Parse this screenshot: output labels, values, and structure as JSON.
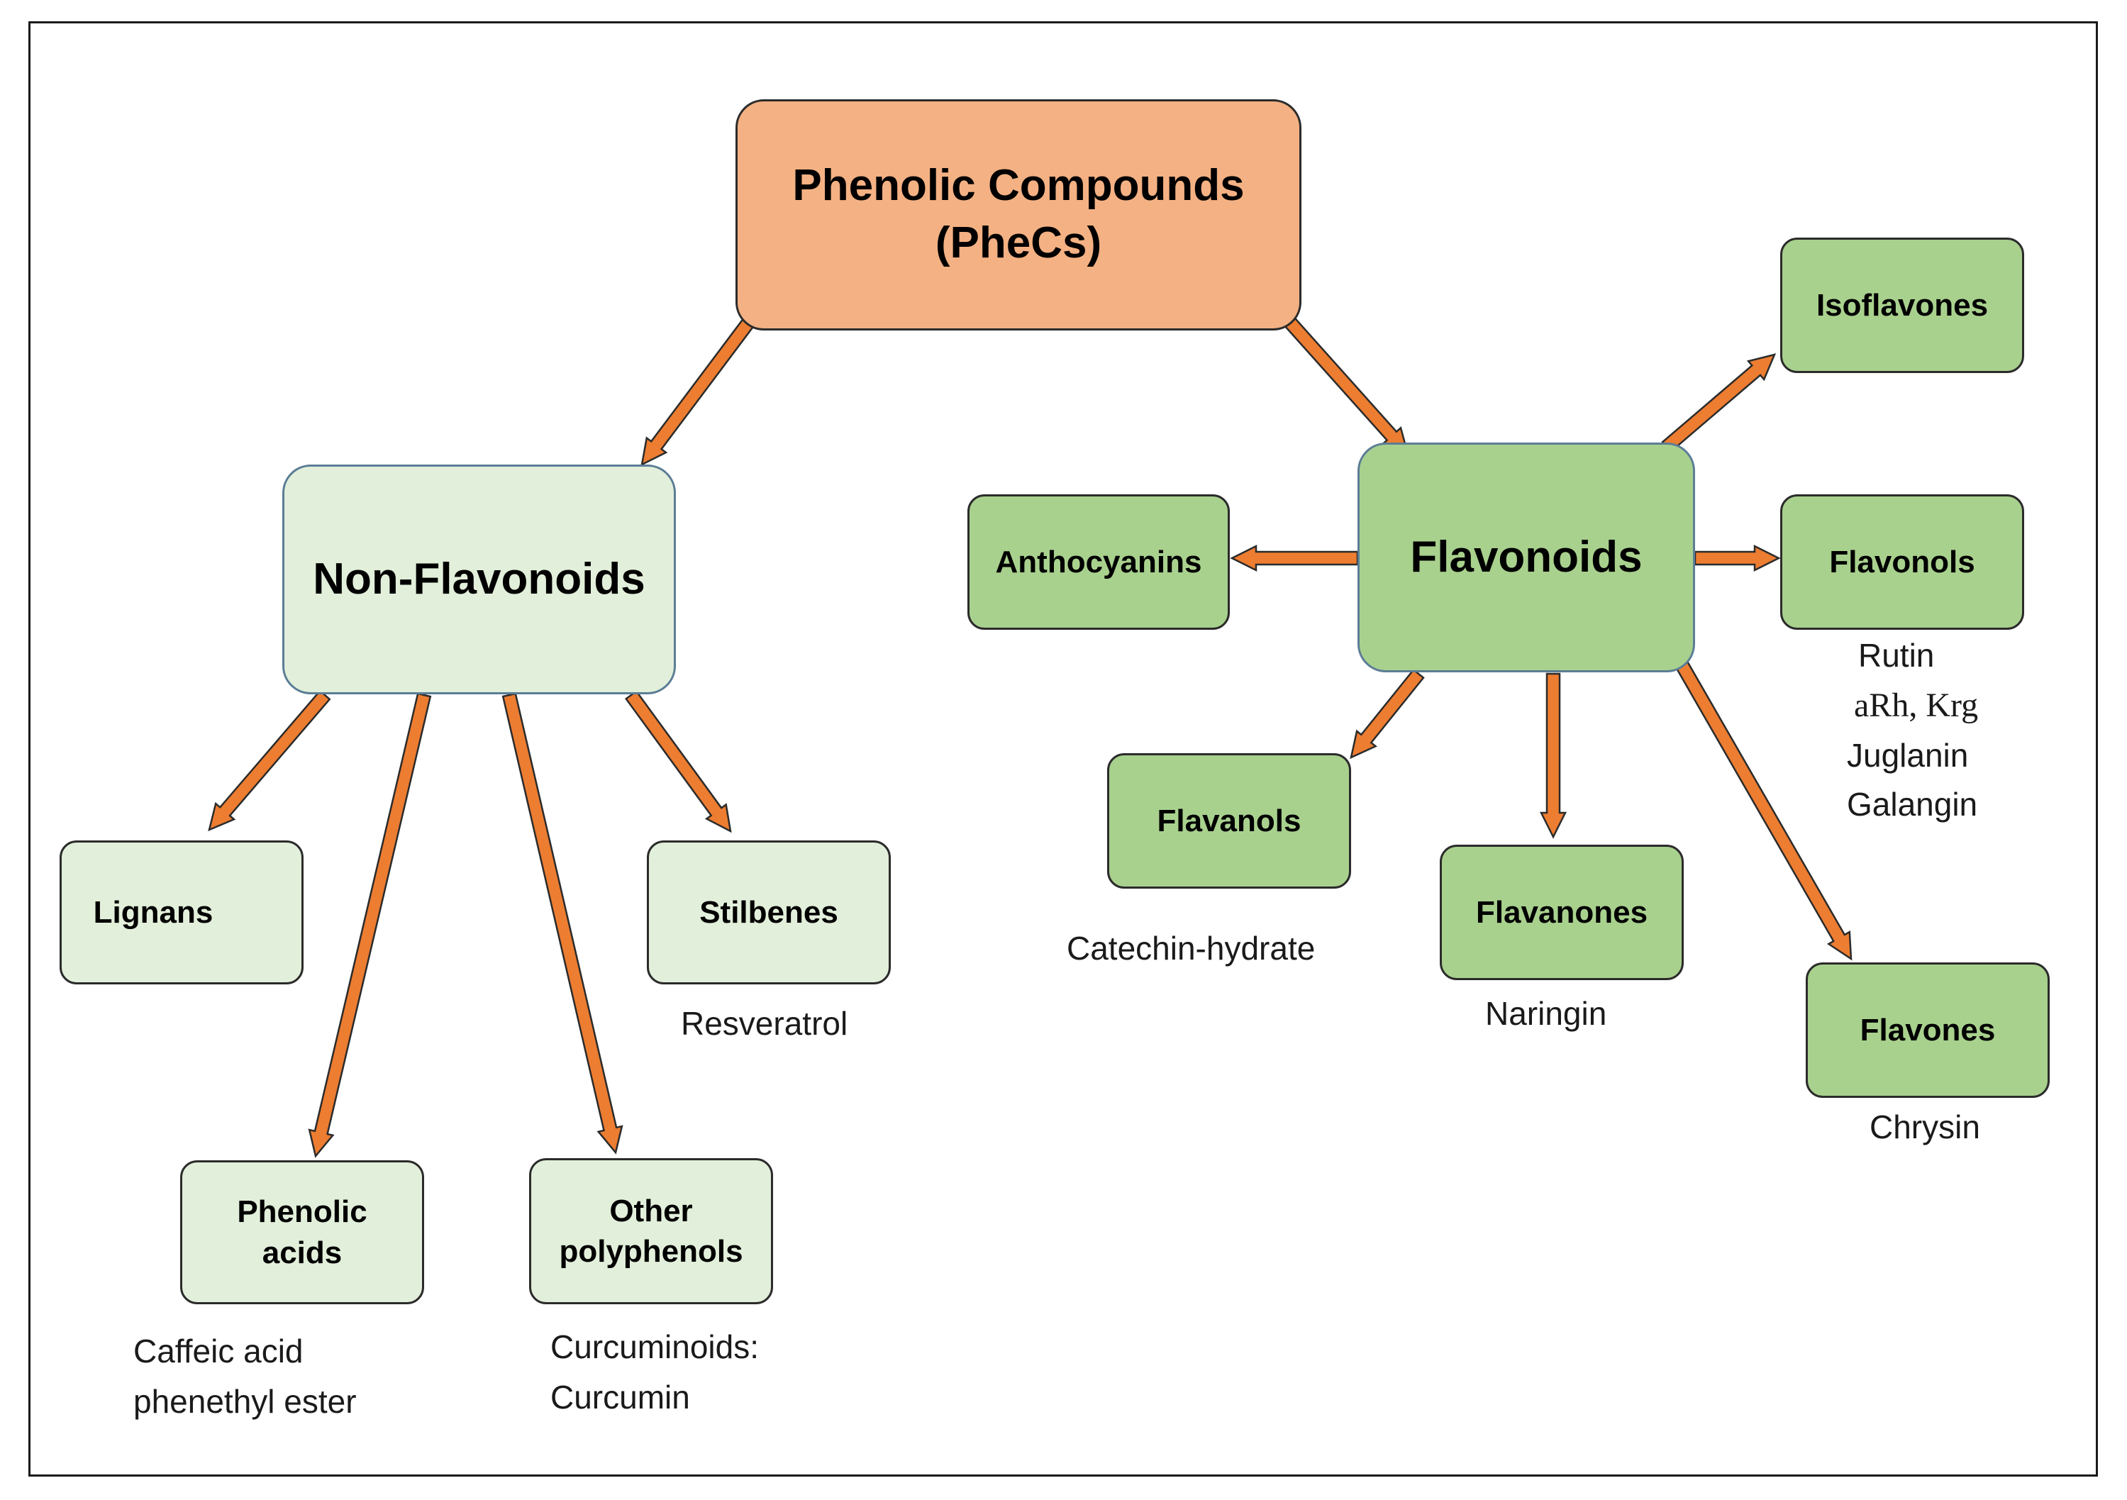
{
  "colors": {
    "root_fill": "#f4b183",
    "non_flavonoid_fill": "#e2efda",
    "flavonoid_fill": "#a9d18e",
    "arrow_fill": "#ed7d31",
    "arrow_stroke": "#2b2b2b"
  },
  "nodes": {
    "root": {
      "line1": "Phenolic Compounds",
      "line2": "(PheCs)"
    },
    "non_flavonoids": "Non-Flavonoids",
    "flavonoids": "Flavonoids",
    "lignans": "Lignans",
    "stilbenes": "Stilbenes",
    "phenolic_acids": {
      "line1": "Phenolic",
      "line2": "acids"
    },
    "other_polyphenols": {
      "line1": "Other",
      "line2": "polyphenols"
    },
    "anthocyanins": "Anthocyanins",
    "isoflavones": "Isoflavones",
    "flavonols": "Flavonols",
    "flavanols": "Flavanols",
    "flavanones": "Flavanones",
    "flavones": "Flavones"
  },
  "examples": {
    "stilbenes": [
      "Resveratrol"
    ],
    "phenolic_acids": [
      "Caffeic acid",
      "phenethyl ester"
    ],
    "other_polyphenols": [
      "Curcuminoids:",
      "Curcumin"
    ],
    "flavonols": [
      "Rutin",
      "aRh, Krg",
      "Juglanin",
      "Galangin"
    ],
    "flavanols": [
      "Catechin-hydrate"
    ],
    "flavanones": [
      "Naringin"
    ],
    "flavones": [
      "Chrysin"
    ]
  }
}
